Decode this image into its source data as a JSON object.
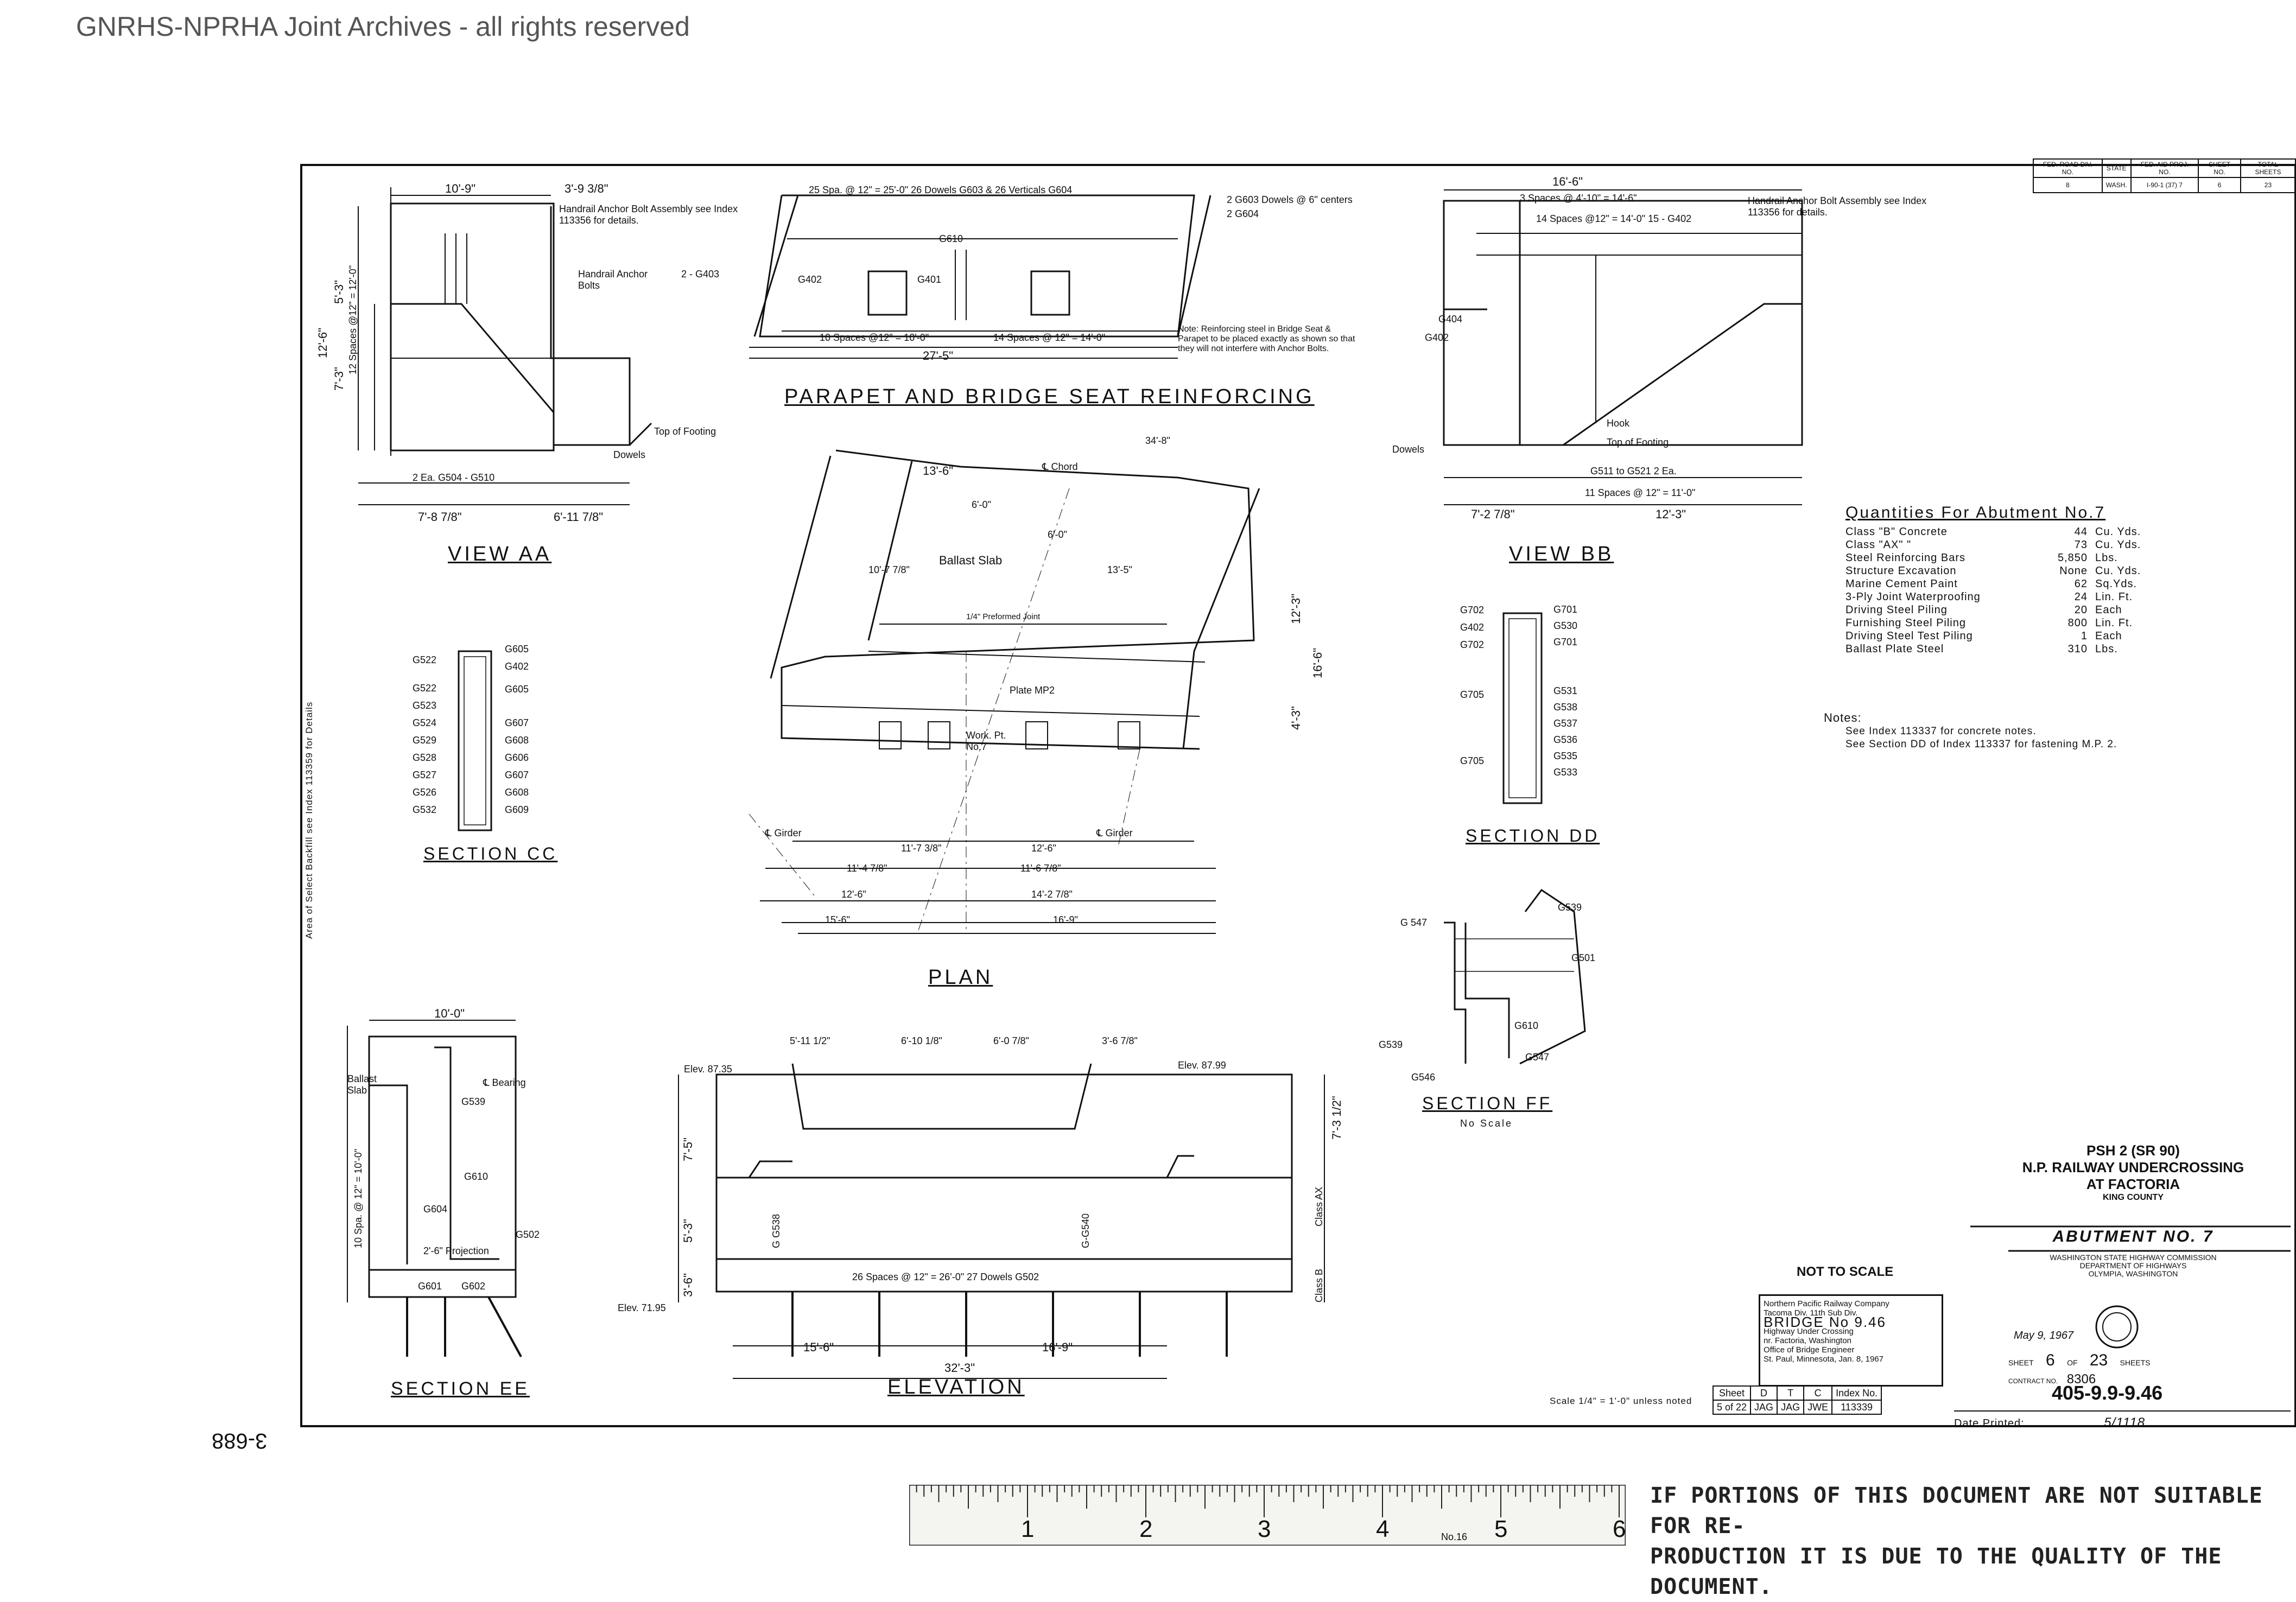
{
  "watermark": "GNRHS-NPRHA Joint Archives - all rights reserved",
  "views": {
    "view_aa": "VIEW AA",
    "view_bb": "VIEW BB",
    "parapet": "PARAPET AND BRIDGE SEAT REINFORCING",
    "plan": "PLAN",
    "section_cc": "SECTION CC",
    "section_dd": "SECTION DD",
    "section_ee": "SECTION EE",
    "section_ff": "SECTION FF",
    "section_ff_sub": "No Scale",
    "elevation": "ELEVATION"
  },
  "labels": {
    "aa_dim_top": "10'-9\"",
    "aa_dim_top2": "3'-9 3/8\"",
    "aa_handrail": "Handrail Anchor Bolt Assembly see Index 113356 for details.",
    "aa_handrail2": "Handrail Anchor Bolts",
    "aa_top_footing": "Top of Footing",
    "aa_dowels": "Dowels",
    "aa_bottom": "7'-8 7/8\"",
    "aa_bottom2": "6'-11 7/8\"",
    "aa_spaces": "12 Spaces @12\" = 12'-0\"",
    "aa_h1": "12'-6\"",
    "aa_h2": "7'-3\"",
    "aa_h3": "5'-3\"",
    "aa_2ea": "2 Ea. G504 - G510",
    "aa_g403": "2 - G403",
    "par_top": "25 Spa. @ 12\" = 25'-0\"  26 Dowels G603 & 26 Verticals G604",
    "par_g603": "2 G603 Dowels @ 6\" centers",
    "par_g604": "2 G604",
    "par_bottom": "10 Spaces @12\" = 10'-0\"",
    "par_bottom2": "14 Spaces @ 12\" = 14'-0\"",
    "par_total": "27'-5\"",
    "par_note": "Note: Reinforcing steel in Bridge Seat & Parapet to be placed exactly as shown so that they will not interfere with Anchor Bolts.",
    "par_g610": "G610",
    "par_g402": "G402",
    "par_g401": "G401",
    "plan_chord": "℄ Chord",
    "plan_ballast": "Ballast Slab",
    "plan_joint": "1/4\" Preformed Joint",
    "plan_plate": "Plate MP2",
    "plan_wp": "Work. Pt. No.7",
    "plan_girder": "℄ Girder",
    "plan_girder2": "℄ Girder",
    "plan_d1": "13'-6\"",
    "plan_d2": "6'-0\"",
    "plan_d3": "6'-0\"",
    "plan_d4": "10'-7 7/8\"",
    "plan_d5": "13'-5\"",
    "plan_d6": "34'-8\"",
    "plan_b1": "11'-7 3/8\"",
    "plan_b2": "12'-6\"",
    "plan_b3": "11'-4 7/8\"",
    "plan_b4": "11'-6 7/8\"",
    "plan_b5": "12'-6\"",
    "plan_b6": "14'-2 7/8\"",
    "plan_b7": "15'-6\"",
    "plan_b8": "16'-9\"",
    "plan_r1": "12'-3\"",
    "plan_r2": "16'-6\"",
    "plan_r3": "4'-3\"",
    "bb_dim": "16'-6\"",
    "bb_spaces": "3 Spaces @ 4'-10\" = 14'-6\"",
    "bb_spaces2": "14 Spaces @12\" = 14'-0\"  15 - G402",
    "bb_handrail": "Handrail Anchor Bolt Assembly see Index 113356 for details.",
    "bb_top_footing": "Top of Footing",
    "bb_dowels": "Dowels",
    "bb_hook": "Hook",
    "bb_g511": "G511 to G521 2 Ea.",
    "bb_bottom": "11 Spaces @ 12\" = 11'-0\"",
    "bb_total": "12'-3\"",
    "bb_left": "7'-2 7/8\"",
    "bb_g404": "G404",
    "bb_g402": "G402",
    "cc_bars": [
      "G522",
      "G522",
      "G523",
      "G524",
      "G529",
      "G528",
      "G527",
      "G526",
      "G532"
    ],
    "cc_bars_r": [
      "G605",
      "G402",
      "G605",
      "G607",
      "G608",
      "G606",
      "G607",
      "G608",
      "G609"
    ],
    "dd_bars_l": [
      "G702",
      "G402",
      "G702",
      "G705",
      "G705"
    ],
    "dd_bars_r": [
      "G701",
      "G530",
      "G701",
      "G531",
      "G538",
      "G537",
      "G536",
      "G535",
      "G533"
    ],
    "ff_g547": "G 547",
    "ff_g539": "G539",
    "ff_g501": "G501",
    "ff_g610": "G610",
    "ff_g547b": "G547",
    "ff_g546": "G546",
    "ff_g539b": "G539",
    "ee_top": "10'-0\"",
    "ee_ballast": "Ballast Slab",
    "ee_bearing": "℄ Bearing",
    "ee_proj": "2'-6\" Projection",
    "ee_elev": "Elev. 71.95",
    "ee_g601": "G601",
    "ee_g602": "G602",
    "ee_g502": "G502",
    "ee_g604": "G604",
    "ee_g610": "G610",
    "ee_g539": "G539",
    "ee_spaces": "10 Spa. @ 12\" = 10'-0\"",
    "el_elev1": "Elev. 87.35",
    "el_elev2": "Elev. 87.99",
    "el_bottom": "26 Spaces @ 12\" = 26'-0\"     27 Dowels G502",
    "el_d1": "15'-6\"",
    "el_d2": "16'-9\"",
    "el_total": "32'-3\"",
    "el_top1": "5'-11 1/2\"",
    "el_top2": "6'-10 1/8\"",
    "el_top3": "6'-0 7/8\"",
    "el_top4": "3'-6 7/8\"",
    "el_h1": "7'-5\"",
    "el_h2": "5'-3\"",
    "el_h3": "3'-6\"",
    "el_h4": "7'-3 1/2\"",
    "el_classax": "Class AX",
    "el_classb": "Class B",
    "el_g540": "G-G540",
    "el_g538": "G G538"
  },
  "quantities": {
    "heading": "Quantities For Abutment No.7",
    "items": [
      {
        "item": "Class \"B\" Concrete",
        "value": "44",
        "unit": "Cu. Yds."
      },
      {
        "item": "Class \"AX\"   \"",
        "value": "73",
        "unit": "Cu. Yds."
      },
      {
        "item": "Steel Reinforcing Bars",
        "value": "5,850",
        "unit": "Lbs."
      },
      {
        "item": "Structure Excavation",
        "value": "None",
        "unit": "Cu. Yds."
      },
      {
        "item": "Marine Cement Paint",
        "value": "62",
        "unit": "Sq.Yds."
      },
      {
        "item": "3-Ply Joint Waterproofing",
        "value": "24",
        "unit": "Lin. Ft."
      },
      {
        "item": "Driving Steel Piling",
        "value": "20",
        "unit": "Each"
      },
      {
        "item": "Furnishing Steel Piling",
        "value": "800",
        "unit": "Lin. Ft."
      },
      {
        "item": "Driving Steel Test Piling",
        "value": "1",
        "unit": "Each"
      },
      {
        "item": "Ballast Plate Steel",
        "value": "310",
        "unit": "Lbs."
      }
    ]
  },
  "notes": {
    "heading": "Notes:",
    "lines": [
      "See Index 113337 for concrete notes.",
      "See Section DD of Index 113337 for fastening M.P. 2."
    ]
  },
  "fed_table": {
    "headers": [
      "FED. ROAD DIV. NO.",
      "STATE",
      "FED. AID PROJ. NO.",
      "SHEET NO.",
      "TOTAL SHEETS"
    ],
    "values": [
      "8",
      "WASH.",
      "I-90-1 (37) 7",
      "6",
      "23"
    ]
  },
  "title_block": {
    "line1": "PSH 2 (SR 90)",
    "line2": "N.P. RAILWAY UNDERCROSSING",
    "line3": "AT FACTORIA",
    "line4": "KING COUNTY",
    "abutment": "ABUTMENT NO. 7",
    "commission1": "WASHINGTON STATE HIGHWAY COMMISSION",
    "commission2": "DEPARTMENT OF HIGHWAYS",
    "commission3": "OLYMPIA, WASHINGTON",
    "approved": "May 9, 1967",
    "sheet_label": "SHEET",
    "sheet_no": "6",
    "of_label": "OF",
    "sheets_total": "23",
    "sheets_label": "SHEETS",
    "contract_label": "CONTRACT NO.",
    "contract_no": "8306",
    "drawing_no": "405-9.9-9.46",
    "date_printed_label": "Date Printed:",
    "date_printed": "5/1118"
  },
  "not_to_scale": "NOT TO SCALE",
  "np_box": {
    "line1": "Northern Pacific Railway Company",
    "line2": "Tacoma Div.        11th Sub Div.",
    "bridge": "BRIDGE No 9.46",
    "line3": "Highway Under Crossing",
    "line4": "nr. Factoria, Washington",
    "line5": "Office of Bridge Engineer",
    "line6": "St. Paul, Minnesota, Jan. 8, 1967"
  },
  "rev_table": {
    "headers": [
      "Sheet",
      "D",
      "T",
      "C",
      "Index No."
    ],
    "values": [
      "5 of 22",
      "JAG",
      "JAG",
      "JWE",
      "113339"
    ]
  },
  "scale_note": "Scale 1/4\" = 1'-0\" unless noted",
  "left_note": "Area of Select Backfill see Index 113359 for Details",
  "side_mark": "3-688",
  "ruler": {
    "numbers": [
      "1",
      "2",
      "3",
      "4",
      "5",
      "6"
    ],
    "caption": "No.16"
  },
  "banner": {
    "line1": "IF PORTIONS OF THIS DOCUMENT ARE NOT SUITABLE FOR RE-",
    "line2": "PRODUCTION IT IS DUE TO THE QUALITY OF THE DOCUMENT."
  }
}
